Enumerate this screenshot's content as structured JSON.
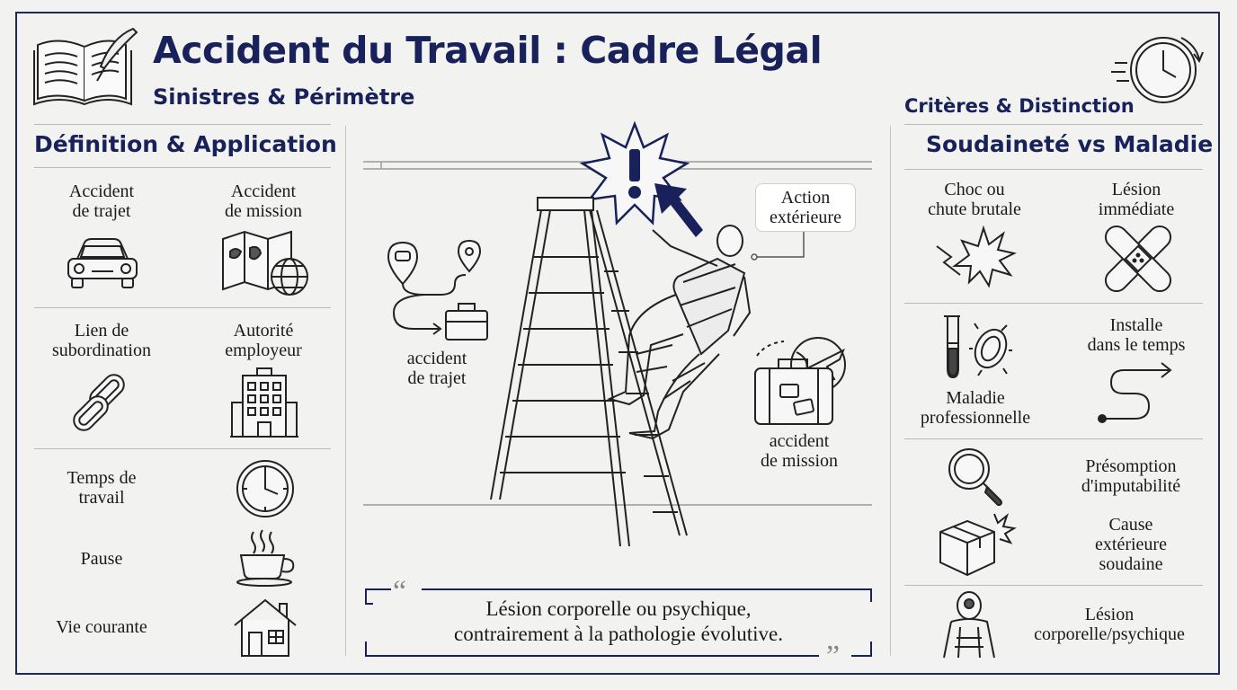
{
  "header": {
    "title": "Accident du Travail : Cadre Légal",
    "subtitle": "Sinistres & Périmètre",
    "criteria_label": "Critères & Distinction"
  },
  "left_panel": {
    "heading": "Définition & Application",
    "items": [
      {
        "label": "Accident\nde trajet",
        "icon": "car-icon"
      },
      {
        "label": "Accident\nde mission",
        "icon": "map-globe-icon"
      },
      {
        "label": "Lien de\nsubordination",
        "icon": "chain-link-icon"
      },
      {
        "label": "Autorité\nemployeur",
        "icon": "office-building-icon"
      },
      {
        "label": "Temps de\ntravail",
        "icon": "clock-icon"
      },
      {
        "label": "Pause",
        "icon": "coffee-cup-icon"
      },
      {
        "label": "Vie courante",
        "icon": "house-icon"
      }
    ]
  },
  "center": {
    "callout": "Action\nextérieure",
    "commute_label": "accident\nde trajet",
    "mission_label": "accident\nde mission",
    "quote_open": "“",
    "quote_close": "”",
    "quote": "Lésion corporelle ou psychique,\ncontrairement à la pathologie évolutive."
  },
  "right_panel": {
    "heading": "Soudaineté vs Maladie",
    "items": [
      {
        "label": "Choc ou\nchute brutale",
        "icon": "shock-burst-icon"
      },
      {
        "label": "Lésion\nimmédiate",
        "icon": "bandage-icon"
      },
      {
        "label": "Maladie\nprofessionnelle",
        "icon": "test-tube-bacteria-icon"
      },
      {
        "label": "Installe\ndans le temps",
        "icon": "winding-arrow-icon"
      },
      {
        "label": "Présomption\nd'imputabilité",
        "icon": "magnifier-icon"
      },
      {
        "label": "Cause\nextérieure\nsoudaine",
        "icon": "impact-box-icon"
      },
      {
        "label": "Lésion\ncorporelle/psychique",
        "icon": "human-figure-icon"
      }
    ]
  },
  "colors": {
    "navy": "#18215a",
    "ink": "#1a1a1a",
    "background": "#f2f2f0"
  }
}
